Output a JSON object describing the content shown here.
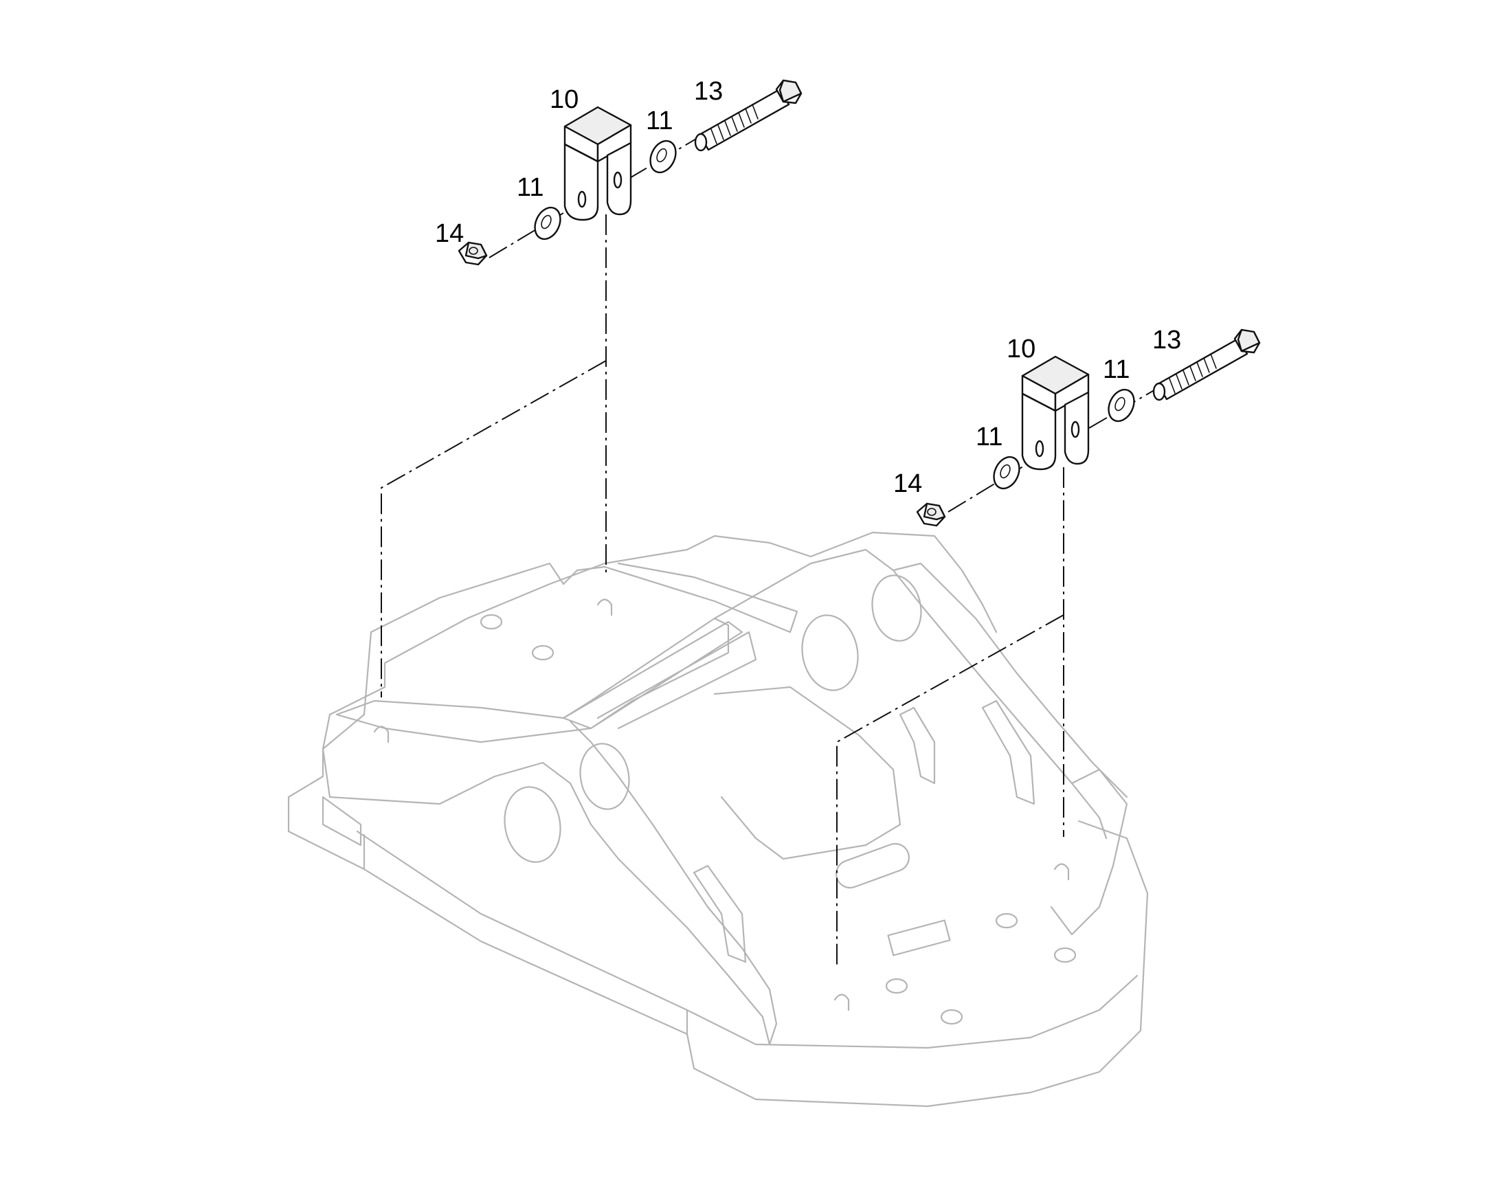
{
  "callouts": {
    "left_bracket": "10",
    "left_washer_outer": "11",
    "left_bolt": "13",
    "left_washer_inner": "11",
    "left_nut": "14",
    "right_bracket": "10",
    "right_washer_outer": "11",
    "right_bolt": "13",
    "right_washer_inner": "11",
    "right_nut": "14"
  }
}
